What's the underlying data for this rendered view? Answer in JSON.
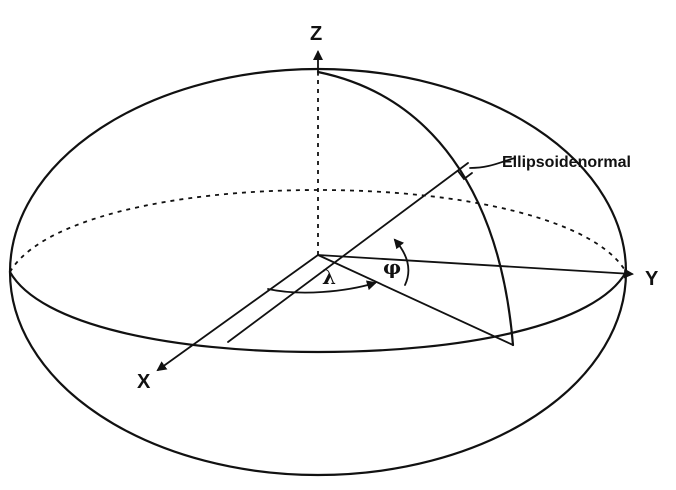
{
  "labels": {
    "z_axis": "Z",
    "y_axis": "Y",
    "x_axis": "X",
    "lambda": "λ",
    "phi": "φ",
    "normal": "Ellipsoidenormal"
  },
  "colors": {
    "ink": "#111111",
    "background": "#ffffff"
  }
}
